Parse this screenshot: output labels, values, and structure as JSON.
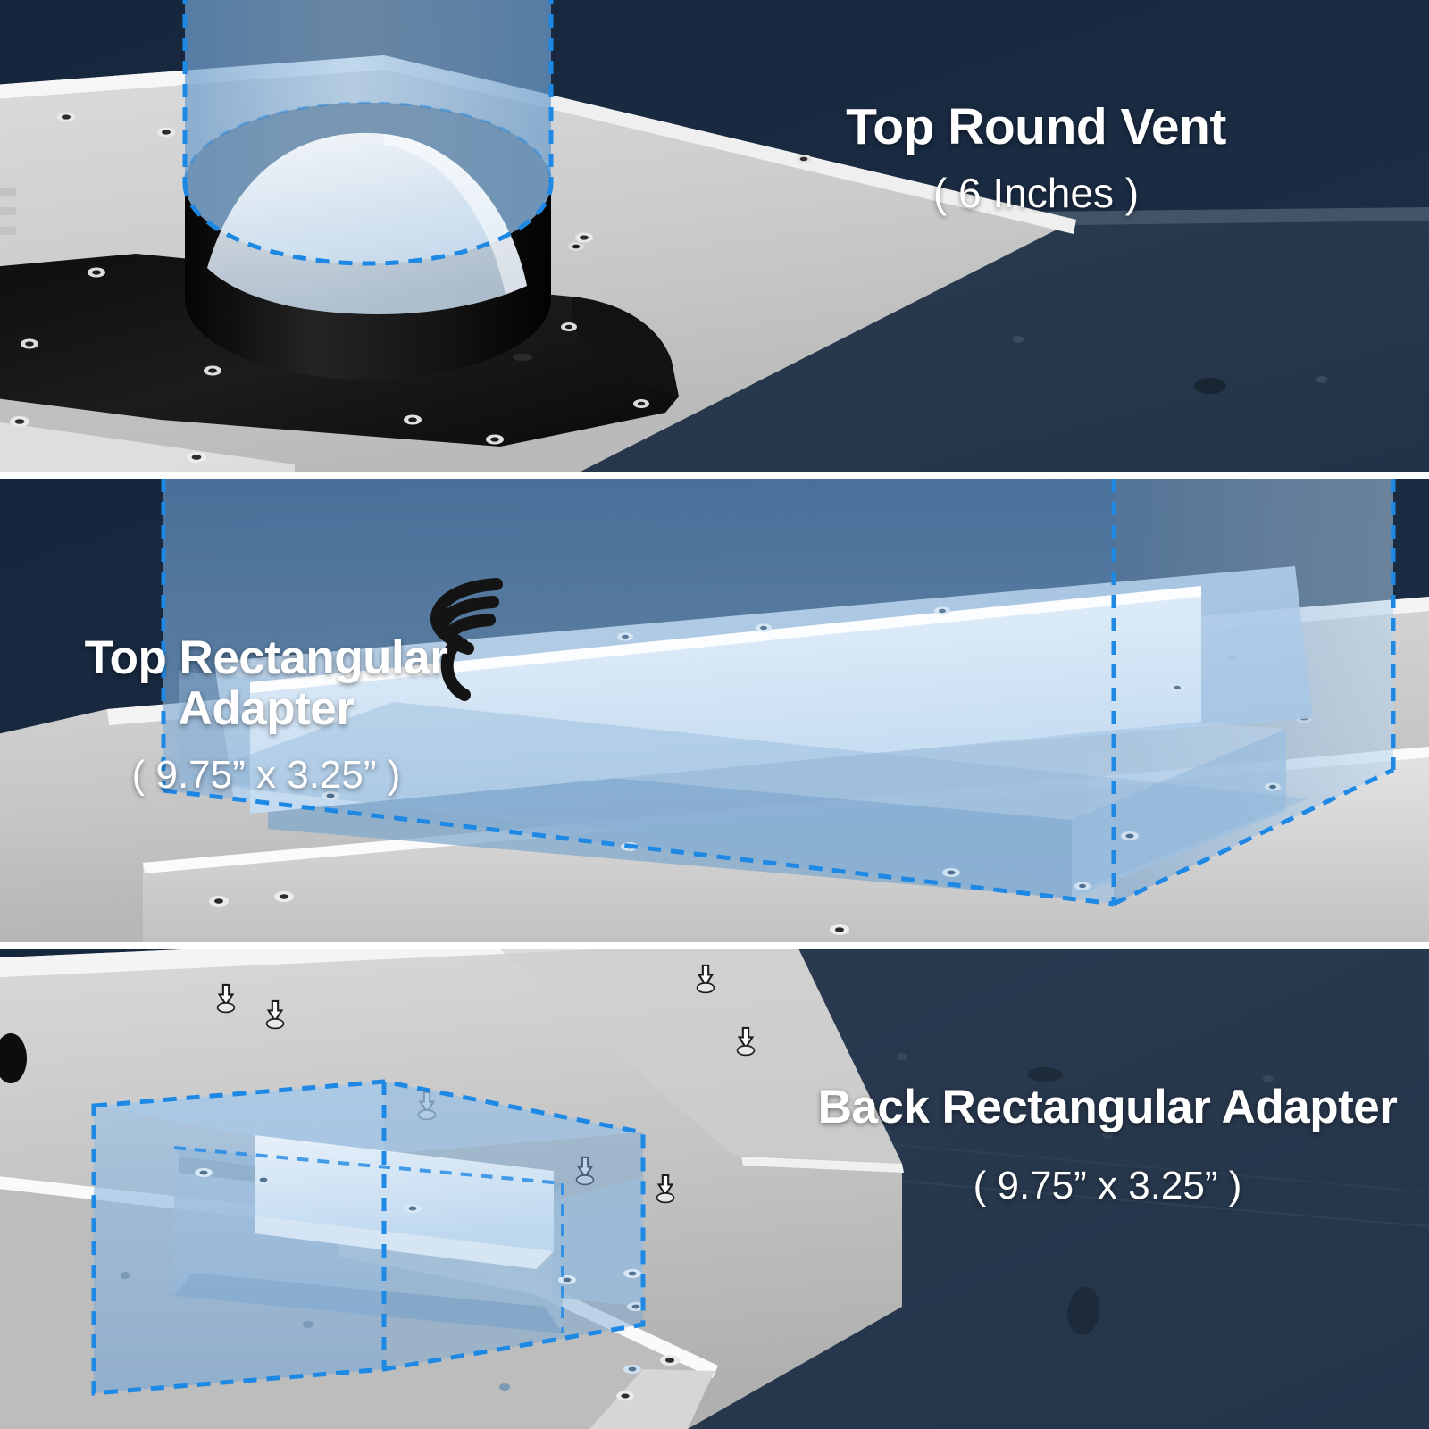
{
  "document": {
    "kind": "product-infographic",
    "subject": "range hood venting options",
    "panel_count": 3
  },
  "colors": {
    "background_navy": "#1a2a40",
    "background_navy_shaded": "#2a3a4e",
    "steel_light": "#d2d2d2",
    "steel_mid": "#b8b8b8",
    "steel_edge_white": "#f2f2f2",
    "black_plate": "#171717",
    "highlight_blue_fill": "#7fb2e5",
    "highlight_blue_dashed": "#1e88e5",
    "caption_text": "#ffffff"
  },
  "panels": [
    {
      "id": "top-round-vent",
      "caption": {
        "title": "Top Round Vent",
        "subtitle": "( 6 Inches )",
        "align": "right"
      },
      "illustration": {
        "name": "round-vent-illustration",
        "parts": [
          "stainless-hood-top-surface",
          "black-mounting-plate",
          "black-round-vent-collar",
          "translucent-blue-duct-cylinder",
          "blue-dashed-outline"
        ]
      }
    },
    {
      "id": "top-rectangular-adapter",
      "caption": {
        "title": "Top Rectangular Adapter",
        "subtitle": "( 9.75” x 3.25” )",
        "align": "left"
      },
      "illustration": {
        "name": "top-rect-adapter-illustration",
        "parts": [
          "stainless-hood-top-surface",
          "rectangular-adapter-box",
          "adapter-damper-flap",
          "power-cord",
          "three-prong-plug",
          "translucent-blue-duct-box",
          "blue-dashed-outline"
        ]
      }
    },
    {
      "id": "back-rectangular-adapter",
      "caption": {
        "title": "Back Rectangular Adapter",
        "subtitle": "( 9.75” x 3.25” )",
        "align": "right"
      },
      "illustration": {
        "name": "back-rect-adapter-illustration",
        "parts": [
          "stainless-hood-back-surface",
          "rear-rectangular-opening",
          "adapter-damper-flap",
          "translucent-blue-duct-box",
          "blue-dashed-outline"
        ]
      }
    }
  ],
  "dimensions": {
    "round_vent_inches": "6 Inches",
    "rect_adapter_inches": "9.75” x 3.25”"
  }
}
